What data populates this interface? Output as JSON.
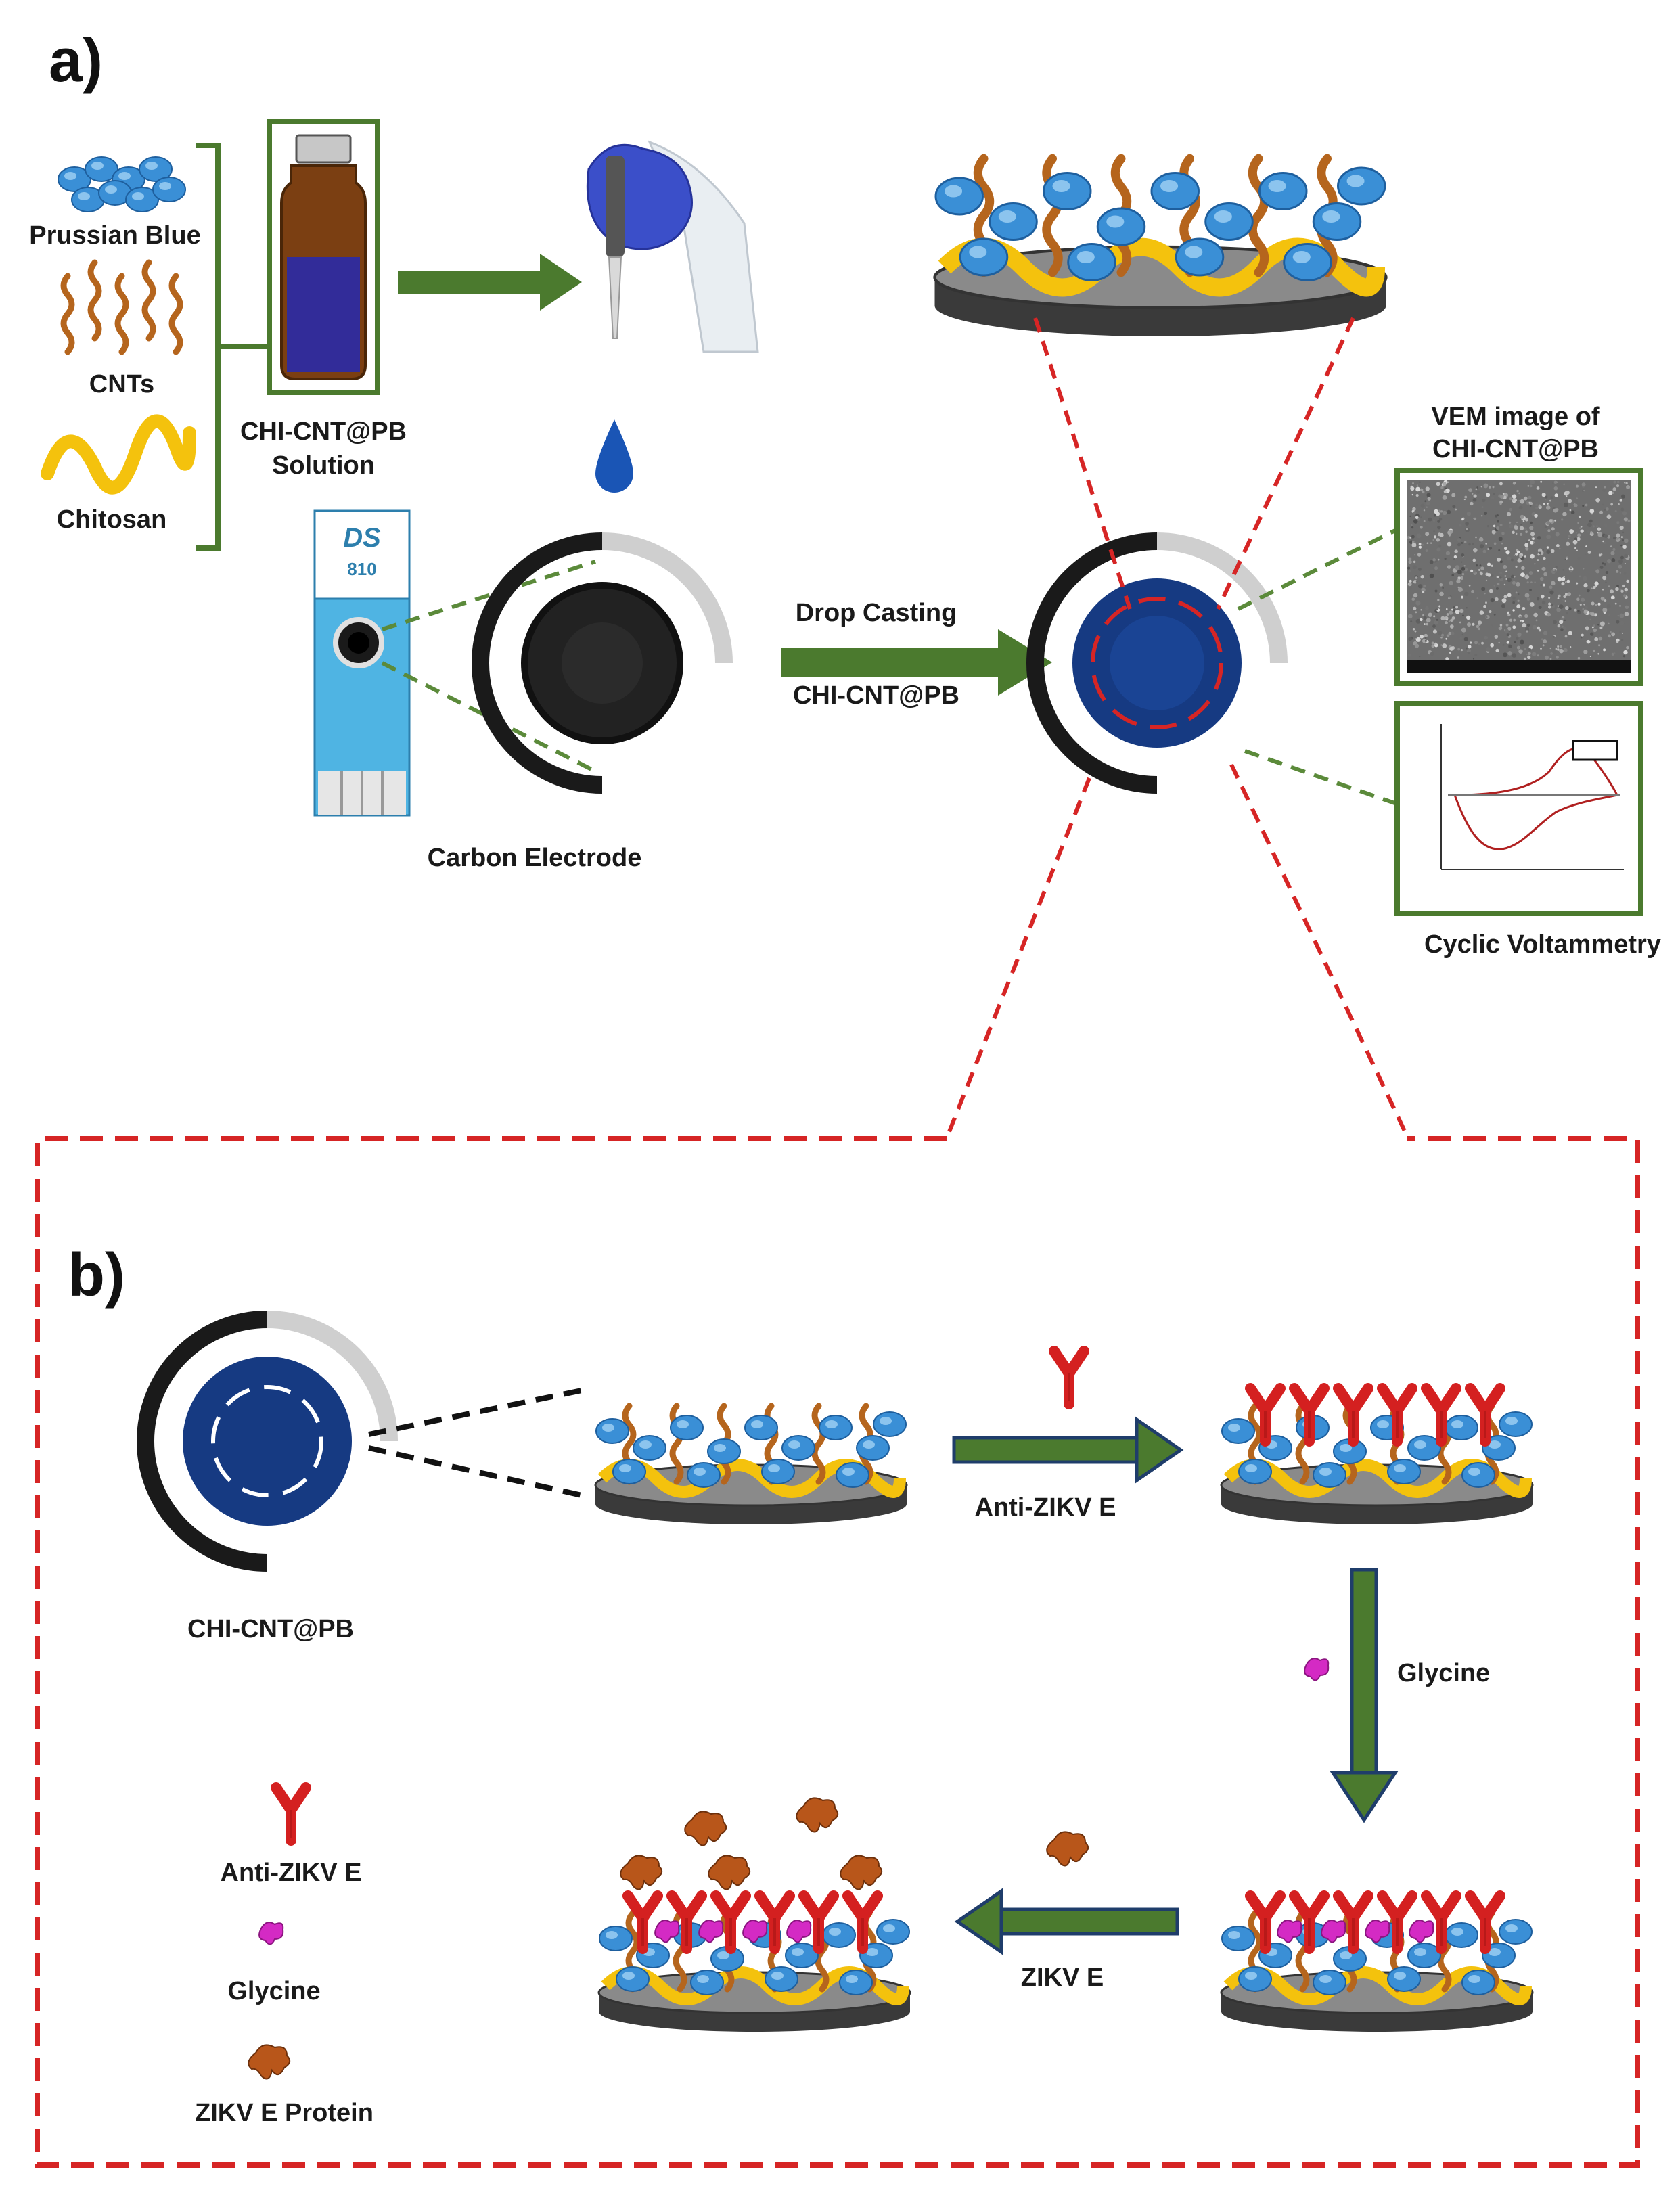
{
  "panel_a": {
    "label": "a)",
    "materials": [
      "Prussian Blue",
      "CNTs",
      "Chitosan"
    ],
    "solution_label": [
      "CHI-CNT@PB",
      "Solution"
    ],
    "strip_text": [
      "DS",
      "810"
    ],
    "electrode_label": "Carbon Electrode",
    "drop_arrow_top": "Drop Casting",
    "drop_arrow_bottom": "CHI-CNT@PB",
    "sem_label": [
      "VEM image of",
      "CHI-CNT@PB"
    ],
    "cv_label": "Cyclic Voltammetry"
  },
  "panel_b": {
    "label": "b)",
    "electrode_label": "CHI-CNT@PB",
    "step1_label": "Anti-ZIKV E",
    "step2_label": "Glycine",
    "step3_label": "ZIKV E",
    "legend": [
      {
        "label": "Anti-ZIKV E"
      },
      {
        "label": "Glycine"
      },
      {
        "label": "ZIKV E Protein"
      }
    ]
  },
  "colors": {
    "prussian_blue": "#3a8fd6",
    "cnt": "#b5651d",
    "chitosan": "#f4c20d",
    "antibody": "#d42020",
    "glycine": "#d42ac4",
    "zikv": "#b8561a",
    "green_arrow": "#4b7a2e",
    "navy": "#1f3d6b",
    "dash_red": "#d62525",
    "dash_green": "#5b8a3a",
    "electrode_blue": "#163a82"
  }
}
